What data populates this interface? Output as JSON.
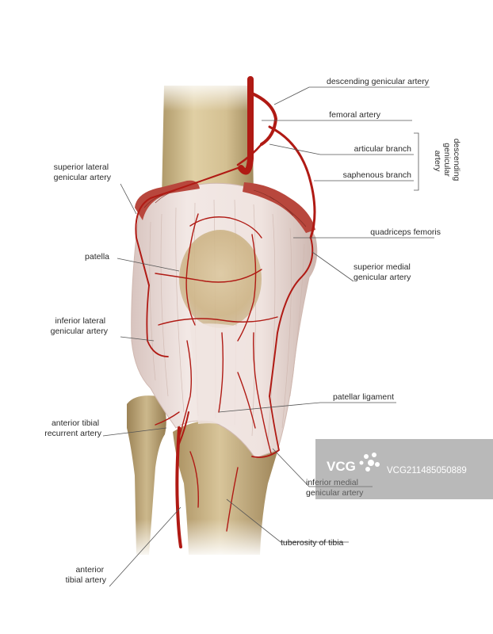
{
  "labels": {
    "descending_genicular_artery": "descending genicular artery",
    "femoral_artery": "femoral artery",
    "articular_branch": "articular branch",
    "saphenous_branch": "saphenous branch",
    "descending_genicular_bracket": [
      "descending",
      "genicular",
      "artery"
    ],
    "superior_lateral_genicular_artery": [
      "superior lateral",
      "genicular artery"
    ],
    "quadriceps_femoris": "quadriceps femoris",
    "patella": "patella",
    "superior_medial_genicular_artery": [
      "superior medial",
      "genicular artery"
    ],
    "inferior_lateral_genicular_artery": [
      "inferior lateral",
      "genicular artery"
    ],
    "patellar_ligament": "patellar ligament",
    "anterior_tibial_recurrent_artery": [
      "anterior tibial",
      "recurrent artery"
    ],
    "inferior_medial_genicular_artery": [
      "inferior medial",
      "genicular artery"
    ],
    "tuberosity_of_tibia": "tuberosity of tibia",
    "anterior_tibial_artery": [
      "anterior",
      "tibial artery"
    ]
  },
  "watermark": {
    "logo_text": "VCG",
    "code": "VCG211485050889"
  },
  "colors": {
    "artery": "#b01a14",
    "bone": "#c9b48a",
    "muscle": "#b8473d",
    "tendon": "#ece0dc"
  }
}
